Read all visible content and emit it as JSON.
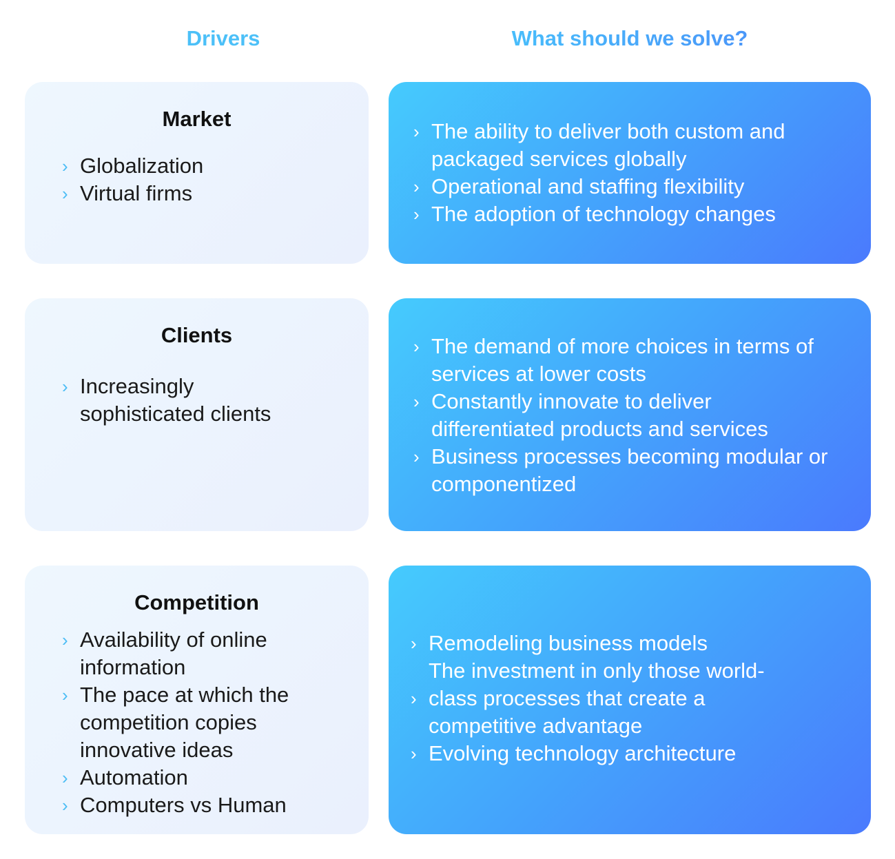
{
  "headers": {
    "drivers": "Drivers",
    "solve": "What should we solve?"
  },
  "rows": [
    {
      "driver": {
        "title": "Market",
        "items": [
          "Globalization",
          "Virtual firms"
        ]
      },
      "solve": {
        "items": [
          "The ability to deliver both custom and packaged services globally",
          "Operational and staffing flexibility",
          "The adoption of technology changes"
        ]
      }
    },
    {
      "driver": {
        "title": "Clients",
        "items": [
          "Increasingly sophisticated clients"
        ]
      },
      "solve": {
        "items": [
          "The demand of more choices in terms of services at lower costs",
          "Constantly innovate to deliver differentiated products and services",
          "Business processes becoming modular or componentized"
        ]
      }
    },
    {
      "driver": {
        "title": "Competition",
        "items": [
          "Availability of online information",
          "The pace at which the competition copies innovative ideas",
          "Automation",
          "Computers vs Human"
        ]
      },
      "solve": {
        "items": [
          "Remodeling business models",
          "The investment in only those world-class processes that create a competitive advantage",
          "Evolving technology architecture"
        ]
      }
    }
  ],
  "icons": {
    "bullet": "chevron-right-icon"
  },
  "colors": {
    "accent": "#4cc0f8",
    "gradient_start": "#45cbfd",
    "gradient_end": "#4a7afd",
    "card_light": "#eef5fe"
  }
}
